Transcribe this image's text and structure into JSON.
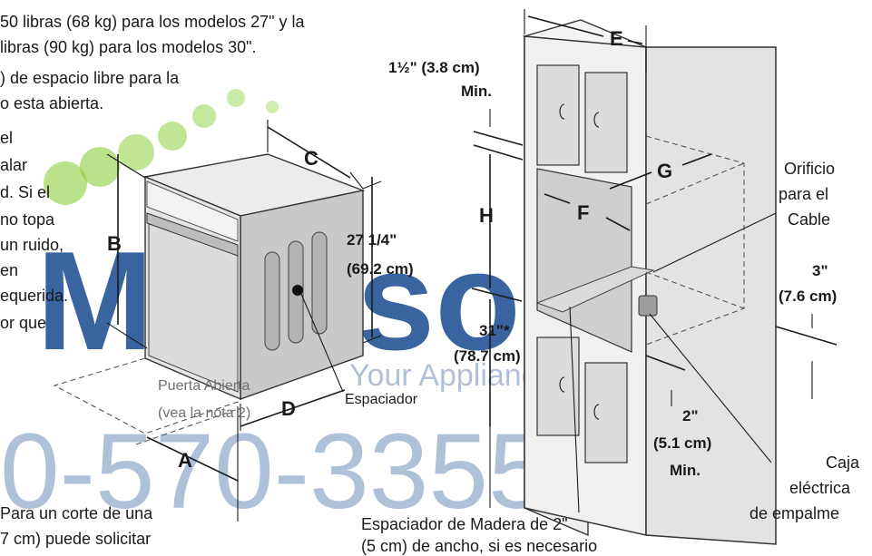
{
  "notes": {
    "line1": "50 libras (68 kg) para los modelos 27\" y la",
    "line2": "libras (90 kg) para los modelos 30\".",
    "line3": ") de espacio libre para la",
    "line4": "o esta abierta.",
    "side1": "el",
    "side2": "alar",
    "side3": "d. Si el",
    "side4": "no topa",
    "side5": "un ruido,",
    "side6": "en",
    "side7": "equerida.",
    "side8": "or que",
    "bottom1": "Para un corte de una",
    "bottom2": "7 cm) puede solicitar"
  },
  "oven": {
    "label_a": "A",
    "label_b": "B",
    "label_c": "C",
    "label_d": "D",
    "height_in": "27 1/4\"",
    "height_cm": "(69.2 cm)",
    "door_open": "Puerta Abierta",
    "door_note": "(vea la nota 2)",
    "spacer": "Espaciador"
  },
  "cabinet": {
    "clear_top": "1½\" (3.8 cm)",
    "clear_top_min": "Min.",
    "label_e": "E",
    "label_f": "F",
    "label_g": "G",
    "label_h": "H",
    "dim31_in": "31\"*",
    "dim31_cm": "(78.7 cm)",
    "dim3_in": "3\"",
    "dim3_cm": "(7.6 cm)",
    "dim2_in": "2\"",
    "dim2_cm": "(5.1 cm)",
    "dim2_min": "Min.",
    "cable1": "Orificio",
    "cable2": "para el",
    "cable3": "Cable",
    "box1": "Caja",
    "box2": "eléctrica",
    "box3": "de empalme",
    "wood1": "Espaciador de Madera de 2\"",
    "wood2": "(5 cm) de ancho, si es necesario"
  },
  "watermark": {
    "brand": "Madison",
    "tagline": "Your Appliance Authority",
    "phone": "0-570-3355"
  }
}
